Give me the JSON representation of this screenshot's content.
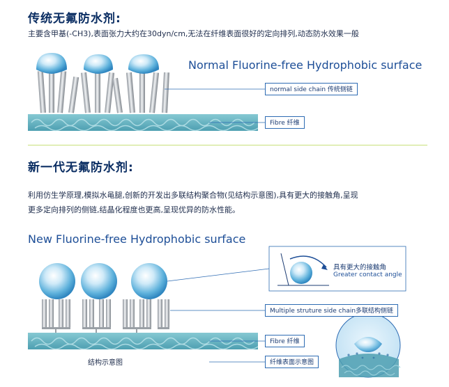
{
  "section1": {
    "heading": "传统无氟防水剂:",
    "desc": "主要含甲基(-CH3),表面张力大约在30dyn/cm,无法在纤维表面很好的定向排列,动态防水效果一般",
    "diagram_title": "Normal Fluorine-free Hydrophobic surface",
    "label_chain": "normal side chain 传统侧链",
    "label_fibre": "Fibre 纤维"
  },
  "section2": {
    "heading": "新一代无氟防水剂:",
    "desc_line1": "利用仿生学原理,模拟水黾腿,创新的开发出多联结构聚合物(见结构示意图),具有更大的接触角,呈现",
    "desc_line2": "更多定向排列的侧链,结晶化程度也更高,呈现优异的防水性能。",
    "diagram_title": "New Fluorine-free Hydrophobic surface",
    "contact_angle_cn": "具有更大的接触角",
    "contact_angle_en": "Greater contact angle",
    "label_chain": "Multiple struture side chain多联结构侧链",
    "label_fibre": "Fibre   纤维",
    "label_surface": "纤维表面示意图",
    "caption": "结构示意图"
  },
  "colors": {
    "heading": "#0b2e63",
    "accent_blue": "#1d4e97",
    "fibre": "#6fb7c4",
    "divider": "#c8e07a"
  }
}
